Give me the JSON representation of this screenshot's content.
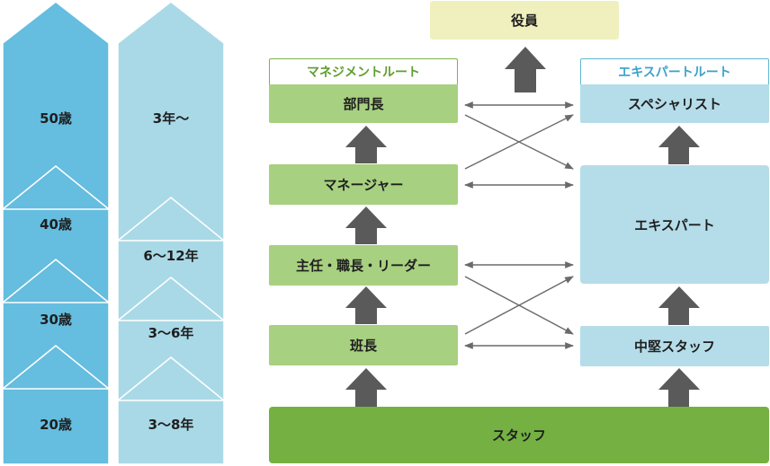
{
  "colors": {
    "age_column": "#65bddf",
    "years_column": "#a9d9e6",
    "management_box": "#a7d080",
    "expert_box": "#b5dde9",
    "staff_bar": "#74b142",
    "executive_box": "#f0f0be",
    "arrow": "#5a5a5a"
  },
  "ages": [
    "50歳",
    "40歳",
    "30歳",
    "20歳"
  ],
  "years": [
    "3年〜",
    "6〜12年",
    "3〜6年",
    "3〜8年"
  ],
  "executive": "役員",
  "management_route": {
    "title": "マネジメントルート",
    "levels": [
      "部門長",
      "マネージャー",
      "主任・職長・リーダー",
      "班長"
    ]
  },
  "expert_route": {
    "title": "エキスパートルート",
    "levels": [
      "スペシャリスト",
      "エキスパート",
      "中堅スタッフ"
    ]
  },
  "staff": "スタッフ"
}
